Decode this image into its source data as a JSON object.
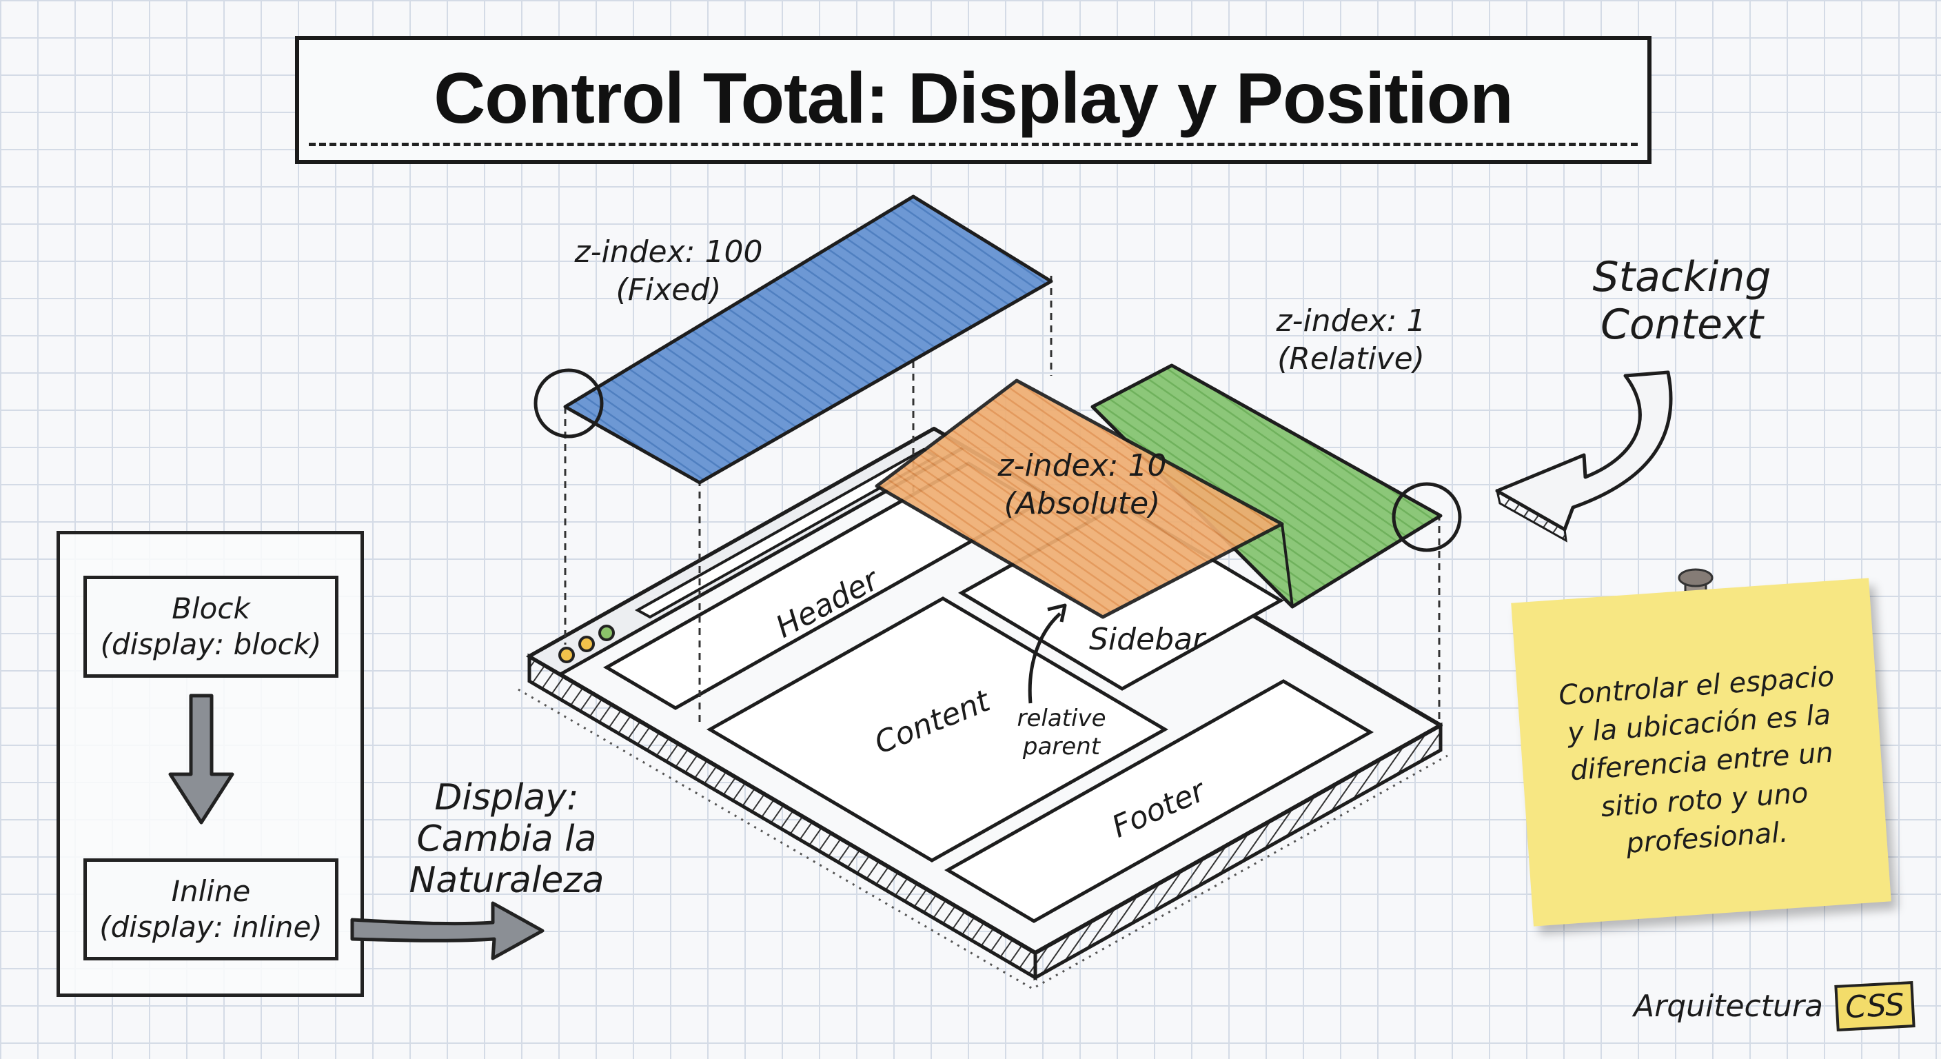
{
  "title": "Control Total: Display y Position",
  "flow": {
    "block_name": "Block",
    "block_code": "(display: block)",
    "inline_name": "Inline",
    "inline_code": "(display: inline)"
  },
  "display_label": {
    "line1": "Display:",
    "line2": "Cambia la",
    "line3": "Naturaleza"
  },
  "layers": [
    {
      "z": "z-index: 100",
      "position": "(Fixed)",
      "color": "#5f8fd0"
    },
    {
      "z": "z-index: 10",
      "position": "(Absolute)",
      "color": "#eba466"
    },
    {
      "z": "z-index: 1",
      "position": "(Relative)",
      "color": "#7fbf6a"
    }
  ],
  "regions": {
    "header": "Header",
    "sidebar": "Sidebar",
    "content": "Content",
    "footer": "Footer",
    "relative_line1": "relative",
    "relative_line2": "parent"
  },
  "stacking": {
    "line1": "Stacking",
    "line2": "Context"
  },
  "note": {
    "line1": "Controlar el espacio",
    "line2": "y la ubicación es la",
    "line3": "diferencia entre un",
    "line4": "sitio roto y uno",
    "line5": "profesional."
  },
  "footer": {
    "label": "Arquitectura",
    "badge": "CSS"
  }
}
